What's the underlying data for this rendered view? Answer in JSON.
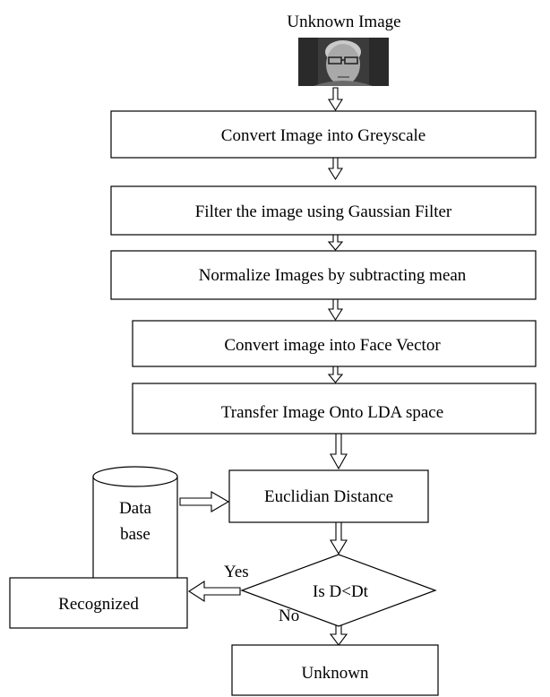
{
  "diagram": {
    "title": "Unknown Image",
    "steps": [
      "Convert Image into Greyscale",
      "Filter the image using Gaussian Filter",
      "Normalize Images by subtracting mean",
      "Convert image into Face Vector",
      "Transfer Image Onto LDA space"
    ],
    "database_line1": "Data",
    "database_line2": "base",
    "distance": "Euclidian Distance",
    "decision": "Is D<Dt",
    "yes_label": "Yes",
    "no_label": "No",
    "recognized": "Recognized",
    "unknown": "Unknown"
  }
}
